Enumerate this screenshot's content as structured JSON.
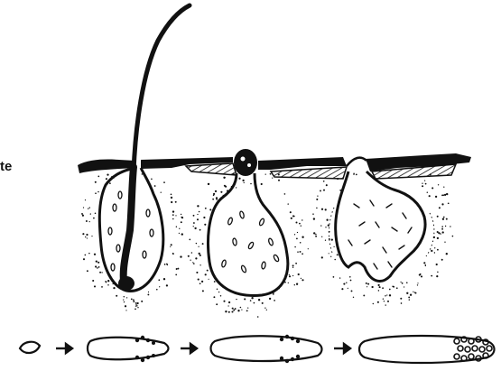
{
  "left_margin_label": "te",
  "palette": {
    "ink": "#111111",
    "background": "#ffffff"
  },
  "panels": [
    {
      "name": "hair-follicle-with-shaft"
    },
    {
      "name": "follicle-with-plug"
    },
    {
      "name": "ruptured-follicle"
    }
  ],
  "sequence_arrows": 3,
  "sequence_stages": [
    {
      "name": "small-oval"
    },
    {
      "name": "elongated-with-cluster"
    },
    {
      "name": "longer-with-cluster"
    },
    {
      "name": "elongated-dense-cluster"
    }
  ]
}
